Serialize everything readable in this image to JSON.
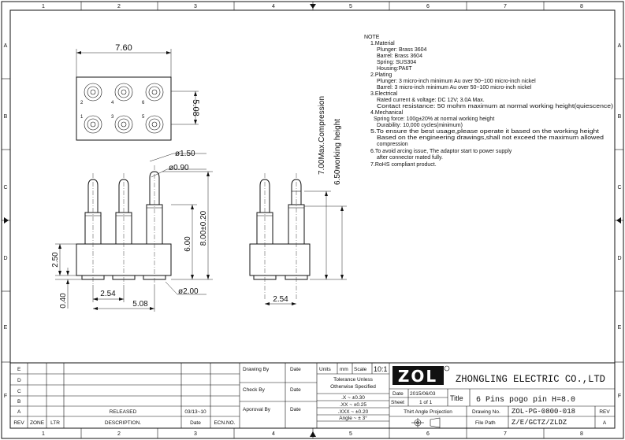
{
  "frame": {
    "columns": [
      "1",
      "2",
      "3",
      "4",
      "5",
      "6",
      "7",
      "8"
    ],
    "rows": [
      "A",
      "B",
      "C",
      "D",
      "E",
      "F"
    ]
  },
  "dimensions": {
    "top_width": "7.60",
    "top_height": "5.08",
    "pin_labels": [
      "2",
      "4",
      "6",
      "1",
      "3",
      "5"
    ],
    "phi_plunger": "ø1.50",
    "phi_barrel": "ø0.90",
    "height_total": "8.00±0.20",
    "height_barrel": "6.00",
    "housing_height": "2.50",
    "foot_height": "0.40",
    "pitch": "2.54",
    "span": "5.08",
    "phi_base": "ø2.00",
    "compression": "7.00Max.Compression",
    "working_height": "6.50working height",
    "side_pitch": "2.54"
  },
  "notes": {
    "header": "NOTE",
    "lines": [
      "1.Material",
      "Plunger: Brass 3604",
      "Barrel: Brass 3604",
      "Spring: SUS304",
      "Housing:PA6T",
      "2.Plating",
      "Plunger: 3 micro-inch minimum Au over 50~100 micro-inch nickel",
      "Barrel:  3 micro-inch minimum Au over 50~100 micro-inch nickel",
      "3.Electrical",
      "Rated current & voltage: DC 12V; 3.0A Max.",
      "Contact resistance: 50 mohm maximum at normal working height(quiescence)",
      "4.Mechanical",
      "Spring force: 100g±20% at normal working height",
      "Durability: 10,000 cycles(minimum)",
      "5.To ensure the best usage,please operate it based on the working height",
      "Based on the engineering drawings,shall not exceed the maximum allowed",
      "compression",
      "6.To avoid arcing issue, The adaptor start to power supply",
      "after connector mated fully.",
      "7.RoHS compliant product."
    ]
  },
  "title_block": {
    "rev_rows": [
      "E",
      "D",
      "C",
      "B",
      "A"
    ],
    "released_label": "RELEASED",
    "released_date": "03/13~10",
    "col_rev": "REV",
    "col_zone": "ZONE",
    "col_ltr": "LTR",
    "col_description": "DESCRIPTION.",
    "col_date": "Date",
    "col_ecn": "ECN.NO.",
    "drawing_by": "Drawing By",
    "check_by": "Check By",
    "approval_by": "Aporoval By",
    "date_label": "Date",
    "units_label": "Units",
    "units_value": "mm",
    "scale_label": "Scale",
    "scale_value": "10:1",
    "tolerance_title_1": "Tolerance Unless",
    "tolerance_title_2": "Otherwise Specified",
    "tolerances": [
      ".X  ~  ±0.30",
      ".XX  ~  ±0.25",
      ".XXX  ~  ±0.20",
      "Angle  ~  ± 3°"
    ],
    "third_angle": "Thirt Angle Projection",
    "logo": "ZOL",
    "company": "ZHONGLING ELECTRIC CO.,LTD",
    "date_field_label": "Date",
    "date_value": "2015/06/03",
    "sheet_label": "Sheet",
    "sheet_value": "1 of 1",
    "title_label": "Title",
    "title_value": "6 Pins pogo pin H=8.0",
    "drawing_no_label": "Drawing No.",
    "drawing_no_value": "ZOL-PG-0800-018",
    "rev_label": "REV",
    "rev_value": "A",
    "file_path_label": "File Path",
    "file_path_value": "Z/E/GCTZ/ZLDZ"
  }
}
